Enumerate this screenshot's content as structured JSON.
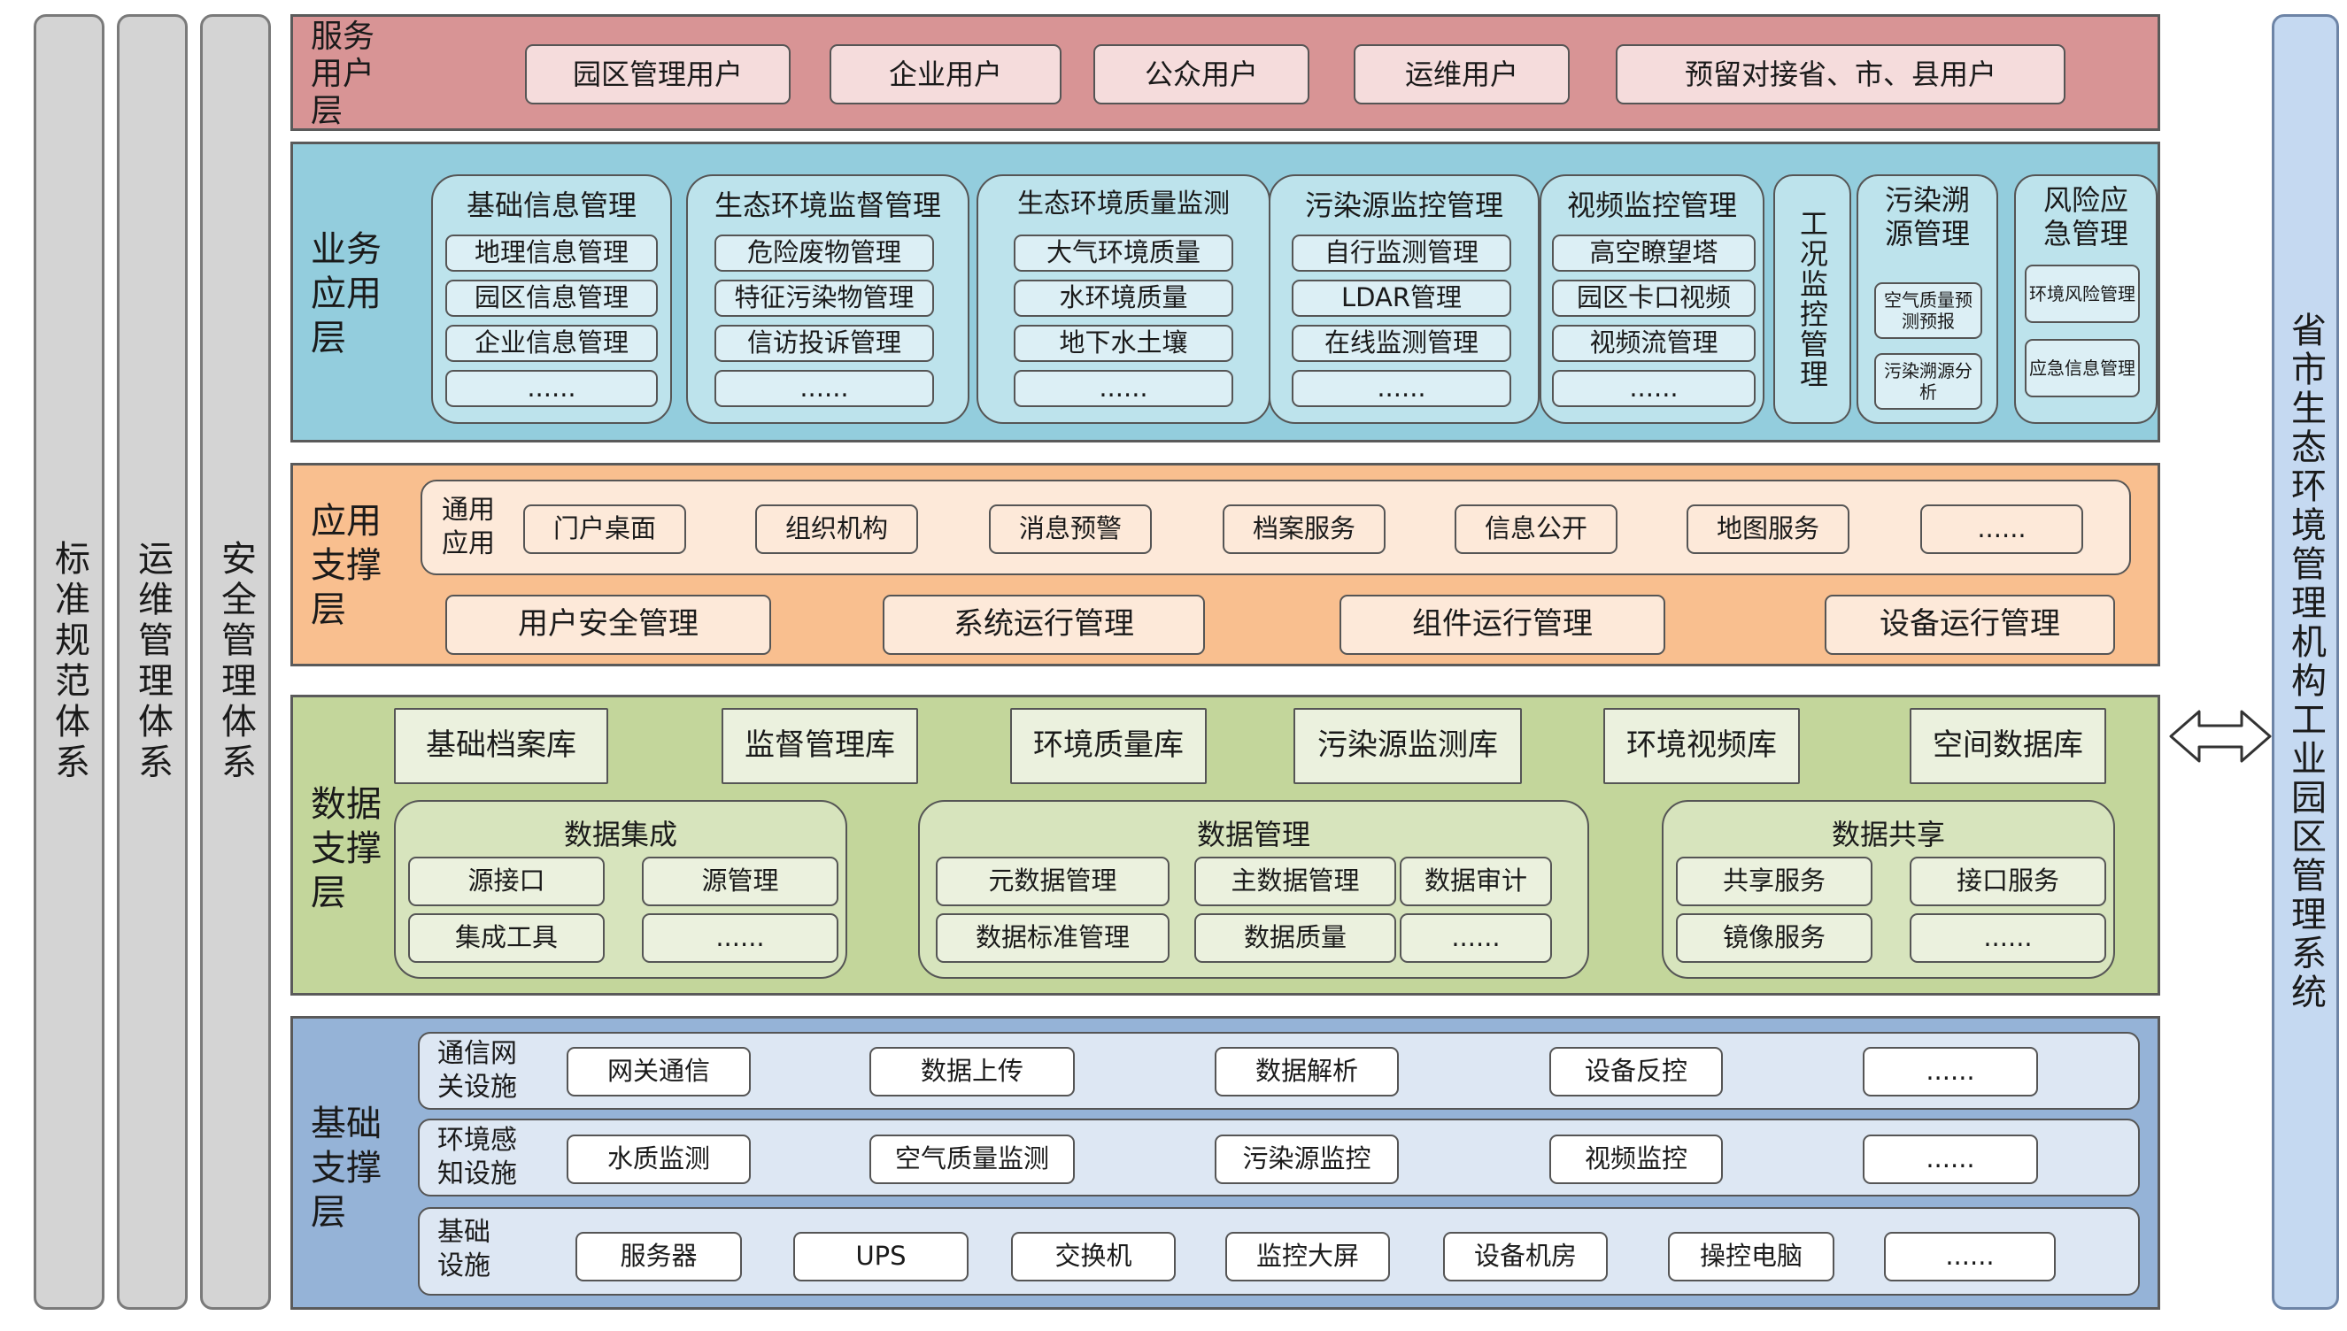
{
  "side_bars": [
    "标准规范体系",
    "运维管理体系",
    "安全管理体系"
  ],
  "right_bar": "省市生态环境管理机构工业园区管理系统",
  "colors": {
    "service": "#d89495",
    "business": "#93cddd",
    "app_support": "#f9bf8f",
    "data_support": "#c3d69b",
    "base_support": "#95b3d7",
    "side_bar": "#d4d4d4",
    "right_bar": "#c5d9f1"
  },
  "service_layer": {
    "title": "服务用户层",
    "users": [
      "园区管理用户",
      "企业用户",
      "公众用户",
      "运维用户",
      "预留对接省、市、县用户"
    ]
  },
  "business_layer": {
    "title": "业务应用层",
    "groups": [
      {
        "title": "基础信息管理",
        "items": [
          "地理信息管理",
          "园区信息管理",
          "企业信息管理",
          "......"
        ]
      },
      {
        "title": "生态环境监督管理",
        "items": [
          "危险废物管理",
          "特征污染物管理",
          "信访投诉管理",
          "......"
        ]
      },
      {
        "title": "生态环境质量监测",
        "items": [
          "大气环境质量",
          "水环境质量",
          "地下水土壤",
          "......"
        ]
      },
      {
        "title": "污染源监控管理",
        "items": [
          "自行监测管理",
          "LDAR管理",
          "在线监测管理",
          "......"
        ]
      },
      {
        "title": "视频监控管理",
        "items": [
          "高空瞭望塔",
          "园区卡口视频",
          "视频流管理",
          "......"
        ]
      }
    ],
    "condition": "工况监控管理",
    "traceability": {
      "title": "污染溯源管理",
      "items": [
        "空气质量预测预报",
        "污染溯源分析"
      ]
    },
    "risk": {
      "title": "风险应急管理",
      "items": [
        "环境风险管理",
        "应急信息管理"
      ]
    }
  },
  "app_support_layer": {
    "title": "应用支撑层",
    "common_label": "通用应用",
    "common_items": [
      "门户桌面",
      "组织机构",
      "消息预警",
      "档案服务",
      "信息公开",
      "地图服务",
      "......"
    ],
    "mgmt_items": [
      "用户安全管理",
      "系统运行管理",
      "组件运行管理",
      "设备运行管理"
    ]
  },
  "data_support_layer": {
    "title": "数据支撑层",
    "databases": [
      "基础档案库",
      "监督管理库",
      "环境质量库",
      "污染源监测库",
      "环境视频库",
      "空间数据库"
    ],
    "integration": {
      "title": "数据集成",
      "items": [
        "源接口",
        "源管理",
        "集成工具",
        "......"
      ]
    },
    "management": {
      "title": "数据管理",
      "items": [
        "元数据管理",
        "主数据管理",
        "数据审计",
        "数据标准管理",
        "数据质量",
        "......"
      ]
    },
    "sharing": {
      "title": "数据共享",
      "items": [
        "共享服务",
        "接口服务",
        "镜像服务",
        "......"
      ]
    }
  },
  "base_support_layer": {
    "title": "基础支撑层",
    "rows": [
      {
        "label": "通信网关设施",
        "items": [
          "网关通信",
          "数据上传",
          "数据解析",
          "设备反控",
          "......"
        ]
      },
      {
        "label": "环境感知设施",
        "items": [
          "水质监测",
          "空气质量监测",
          "污染源监控",
          "视频监控",
          "......"
        ]
      },
      {
        "label": "基础设施",
        "items": [
          "服务器",
          "UPS",
          "交换机",
          "监控大屏",
          "设备机房",
          "操控电脑",
          "......"
        ]
      }
    ]
  }
}
